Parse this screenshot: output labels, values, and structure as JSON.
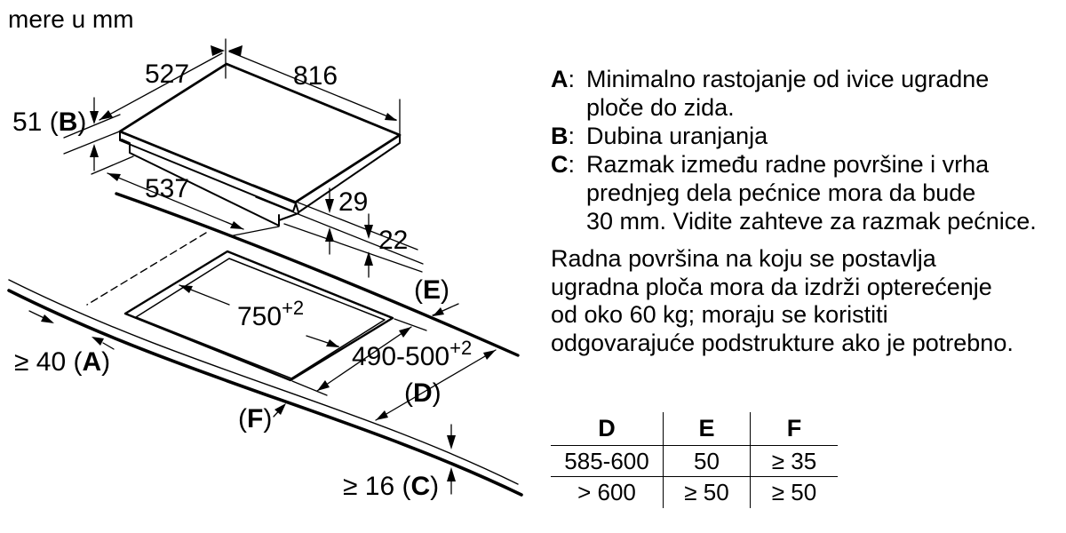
{
  "page": {
    "units_note": "mere u mm"
  },
  "diagram": {
    "hob": {
      "width_left": "527",
      "width_right": "816",
      "depth_b": {
        "pre": "51 (",
        "letter": "B",
        "post": ")"
      },
      "underside_depth": "537",
      "gap_upper": "29",
      "gap_lower": "22"
    },
    "cutout": {
      "length": {
        "val": "750",
        "sup": "+2"
      },
      "depth": {
        "val": "490-500",
        "sup": "+2"
      }
    },
    "refs": {
      "a": {
        "pre": "≥ 40 (",
        "letter": "A",
        "post": ")"
      },
      "c": {
        "pre": "≥ 16 (",
        "letter": "C",
        "post": ")"
      },
      "d": {
        "pre": "(",
        "letter": "D",
        "post": ")"
      },
      "e": {
        "pre": "(",
        "letter": "E",
        "post": ")"
      },
      "f": {
        "pre": "(",
        "letter": "F",
        "post": ")"
      }
    }
  },
  "definitions": [
    {
      "letter": "A",
      "colon": ":",
      "line1": "Minimalno rastojanje od ivice ugradne",
      "line2": "ploče do zida.",
      "line3": ""
    },
    {
      "letter": "B",
      "colon": ":",
      "line1": "Dubina uranjanja",
      "line2": "",
      "line3": ""
    },
    {
      "letter": "C",
      "colon": ":",
      "line1": "Razmak između radne površine i vrha",
      "line2": "prednjeg dela pećnice mora da bude",
      "line3": "30 mm. Vidite zahteve za razmak pećnice."
    }
  ],
  "paragraph": {
    "line1": "Radna površina na koju se postavlja",
    "line2": "ugradna ploča mora da izdrži opterećenje",
    "line3": "od oko 60 kg; moraju se koristiti",
    "line4": "odgovarajuće podstrukture ako je potrebno."
  },
  "table": {
    "headers": [
      "D",
      "E",
      "F"
    ],
    "rows": [
      [
        "585-600",
        "50",
        "≥ 35"
      ],
      [
        "> 600",
        "≥ 50",
        "≥ 50"
      ]
    ]
  }
}
